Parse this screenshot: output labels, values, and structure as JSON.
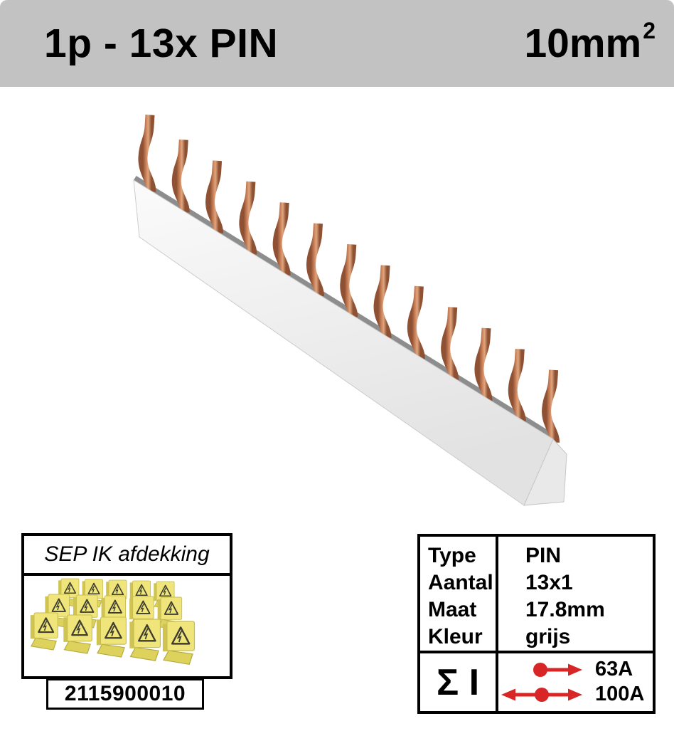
{
  "header": {
    "title": "1p - 13x PIN",
    "size_value": "10mm",
    "size_exponent": "2"
  },
  "product_image": {
    "pin_count": 13,
    "description": "grey 1-pole busbar comb rail with 13 copper pin connectors"
  },
  "accessory": {
    "title": "SEP IK afdekking",
    "article_number": "2115900010",
    "image_description": "set of yellow warning covers with high-voltage triangle symbol"
  },
  "spec_table": {
    "rows": [
      {
        "label": "Type",
        "value": "PIN"
      },
      {
        "label": "Aantal",
        "value": "13x1"
      },
      {
        "label": "Maat",
        "value": "17.8mm"
      },
      {
        "label": "Kleur",
        "value": "grijs"
      }
    ],
    "current_symbol": "Σ I",
    "ratings": [
      {
        "arrow": "dot-right",
        "value": "63A"
      },
      {
        "arrow": "left-dot-right",
        "value": "100A"
      }
    ]
  },
  "colors": {
    "header_bg": "#c2c2c2",
    "text": "#000000",
    "accent_red": "#d82525",
    "copper_light": "#e0a67e",
    "copper_mid": "#c97f58",
    "copper_dark": "#8e5133",
    "rail_light": "#fbfbfb",
    "rail_shadow": "#e2e2e2",
    "rail_top": "#8d8d8d",
    "rail_cap": "#e9e9e9",
    "cover_yellow": "#efe57b",
    "cover_yellow_dark": "#cfc452",
    "cover_symbol": "#3d3d30",
    "border": "#000000"
  }
}
